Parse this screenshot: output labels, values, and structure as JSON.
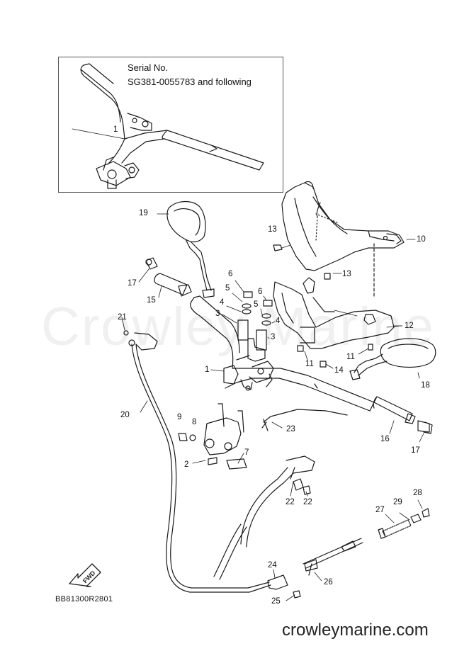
{
  "inset": {
    "serial_label": "Serial No.",
    "serial_value": "SG381-0055783 and following"
  },
  "callouts": [
    {
      "id": "c1-inset",
      "text": "1"
    },
    {
      "id": "c19",
      "text": "19"
    },
    {
      "id": "c13a",
      "text": "13"
    },
    {
      "id": "c10",
      "text": "10"
    },
    {
      "id": "c13b",
      "text": "13"
    },
    {
      "id": "c17a",
      "text": "17"
    },
    {
      "id": "c15",
      "text": "15"
    },
    {
      "id": "c6a",
      "text": "6"
    },
    {
      "id": "c5a",
      "text": "5"
    },
    {
      "id": "c6b",
      "text": "6"
    },
    {
      "id": "c4a",
      "text": "4"
    },
    {
      "id": "c5b",
      "text": "5"
    },
    {
      "id": "c3a",
      "text": "3"
    },
    {
      "id": "c21",
      "text": "21"
    },
    {
      "id": "c4b",
      "text": "4"
    },
    {
      "id": "c12",
      "text": "12"
    },
    {
      "id": "c3b",
      "text": "3"
    },
    {
      "id": "c11a",
      "text": "11"
    },
    {
      "id": "c11b",
      "text": "11"
    },
    {
      "id": "c14",
      "text": "14"
    },
    {
      "id": "c1-main",
      "text": "1"
    },
    {
      "id": "c18",
      "text": "18"
    },
    {
      "id": "c20",
      "text": "20"
    },
    {
      "id": "c9",
      "text": "9"
    },
    {
      "id": "c8",
      "text": "8"
    },
    {
      "id": "c23",
      "text": "23"
    },
    {
      "id": "c16",
      "text": "16"
    },
    {
      "id": "c17b",
      "text": "17"
    },
    {
      "id": "c7",
      "text": "7"
    },
    {
      "id": "c2",
      "text": "2"
    },
    {
      "id": "c22a",
      "text": "22"
    },
    {
      "id": "c22b",
      "text": "22"
    },
    {
      "id": "c28",
      "text": "28"
    },
    {
      "id": "c29",
      "text": "29"
    },
    {
      "id": "c27",
      "text": "27"
    },
    {
      "id": "c24",
      "text": "24"
    },
    {
      "id": "c26",
      "text": "26"
    },
    {
      "id": "c25",
      "text": "25"
    }
  ],
  "fwd_label": "FWD",
  "diagram_code": "BB81300R2801",
  "watermark_mid": "Crowley Marine",
  "watermark_bottom": "crowleymarine.com"
}
